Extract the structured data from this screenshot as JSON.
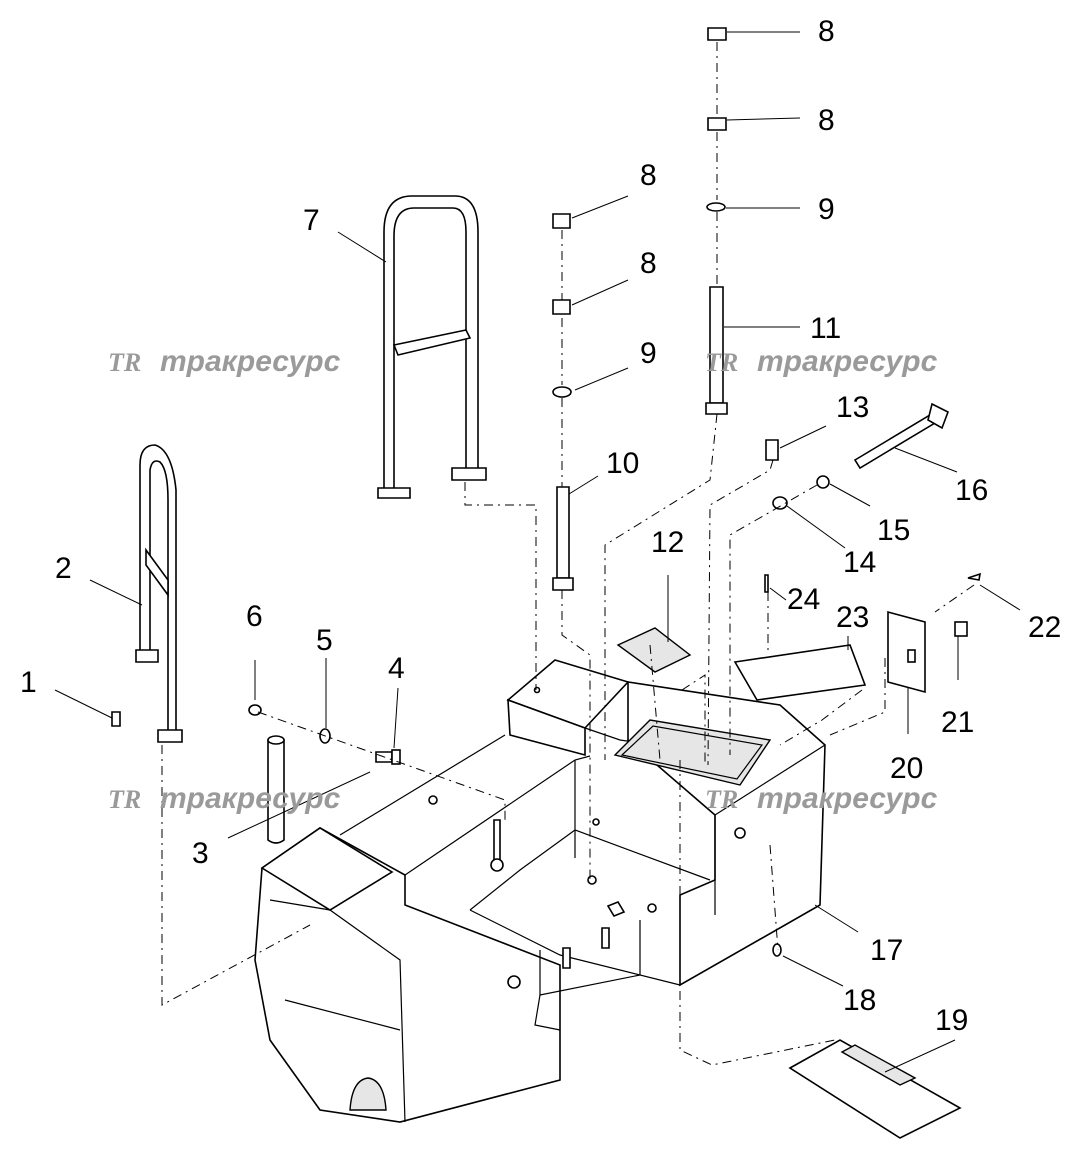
{
  "watermark": {
    "logo": "TR",
    "text": "тракресурс"
  },
  "callouts": [
    "1",
    "2",
    "3",
    "4",
    "5",
    "6",
    "7",
    "8",
    "8",
    "8",
    "8",
    "9",
    "9",
    "10",
    "11",
    "12",
    "13",
    "14",
    "15",
    "16",
    "17",
    "18",
    "19",
    "20",
    "21",
    "22",
    "23",
    "24"
  ]
}
